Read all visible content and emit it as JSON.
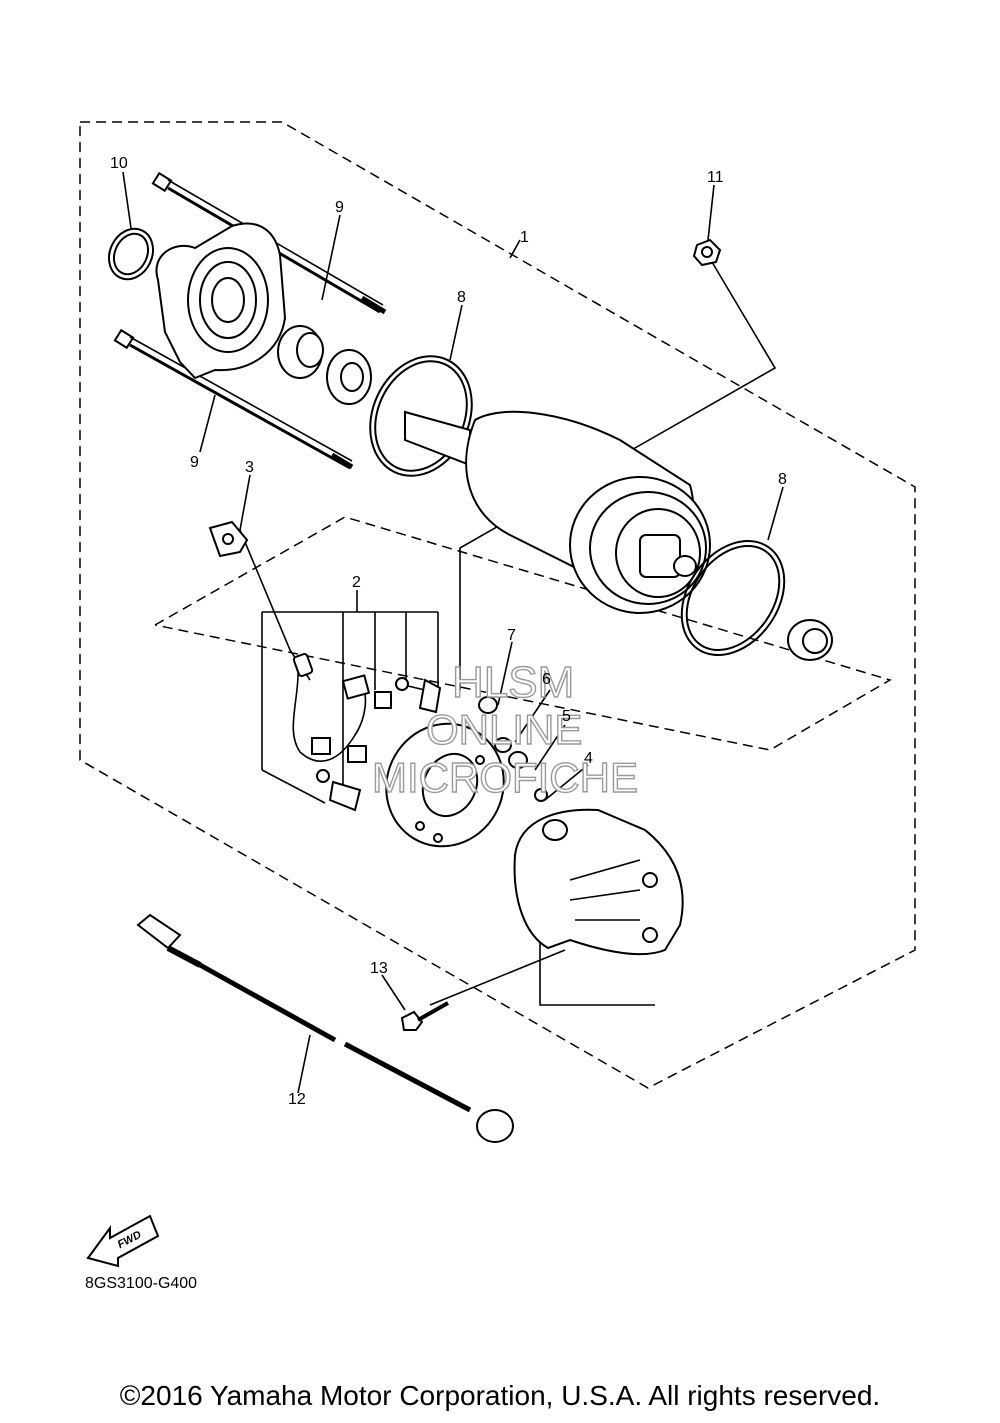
{
  "diagram_code": "8GS3100-G400",
  "copyright": "©2016 Yamaha Motor Corporation, U.S.A. All rights reserved.",
  "fwd_label": "FWD",
  "watermark": {
    "line1": "HLSM",
    "line2": "ONLINE",
    "line3": "MICROFICHE"
  },
  "callouts": {
    "c1": "1",
    "c2": "2",
    "c3": "3",
    "c4": "4",
    "c5": "5",
    "c6": "6",
    "c7": "7",
    "c8a": "8",
    "c8b": "8",
    "c9a": "9",
    "c9b": "9",
    "c10": "10",
    "c11": "11",
    "c12": "12",
    "c13": "13"
  }
}
